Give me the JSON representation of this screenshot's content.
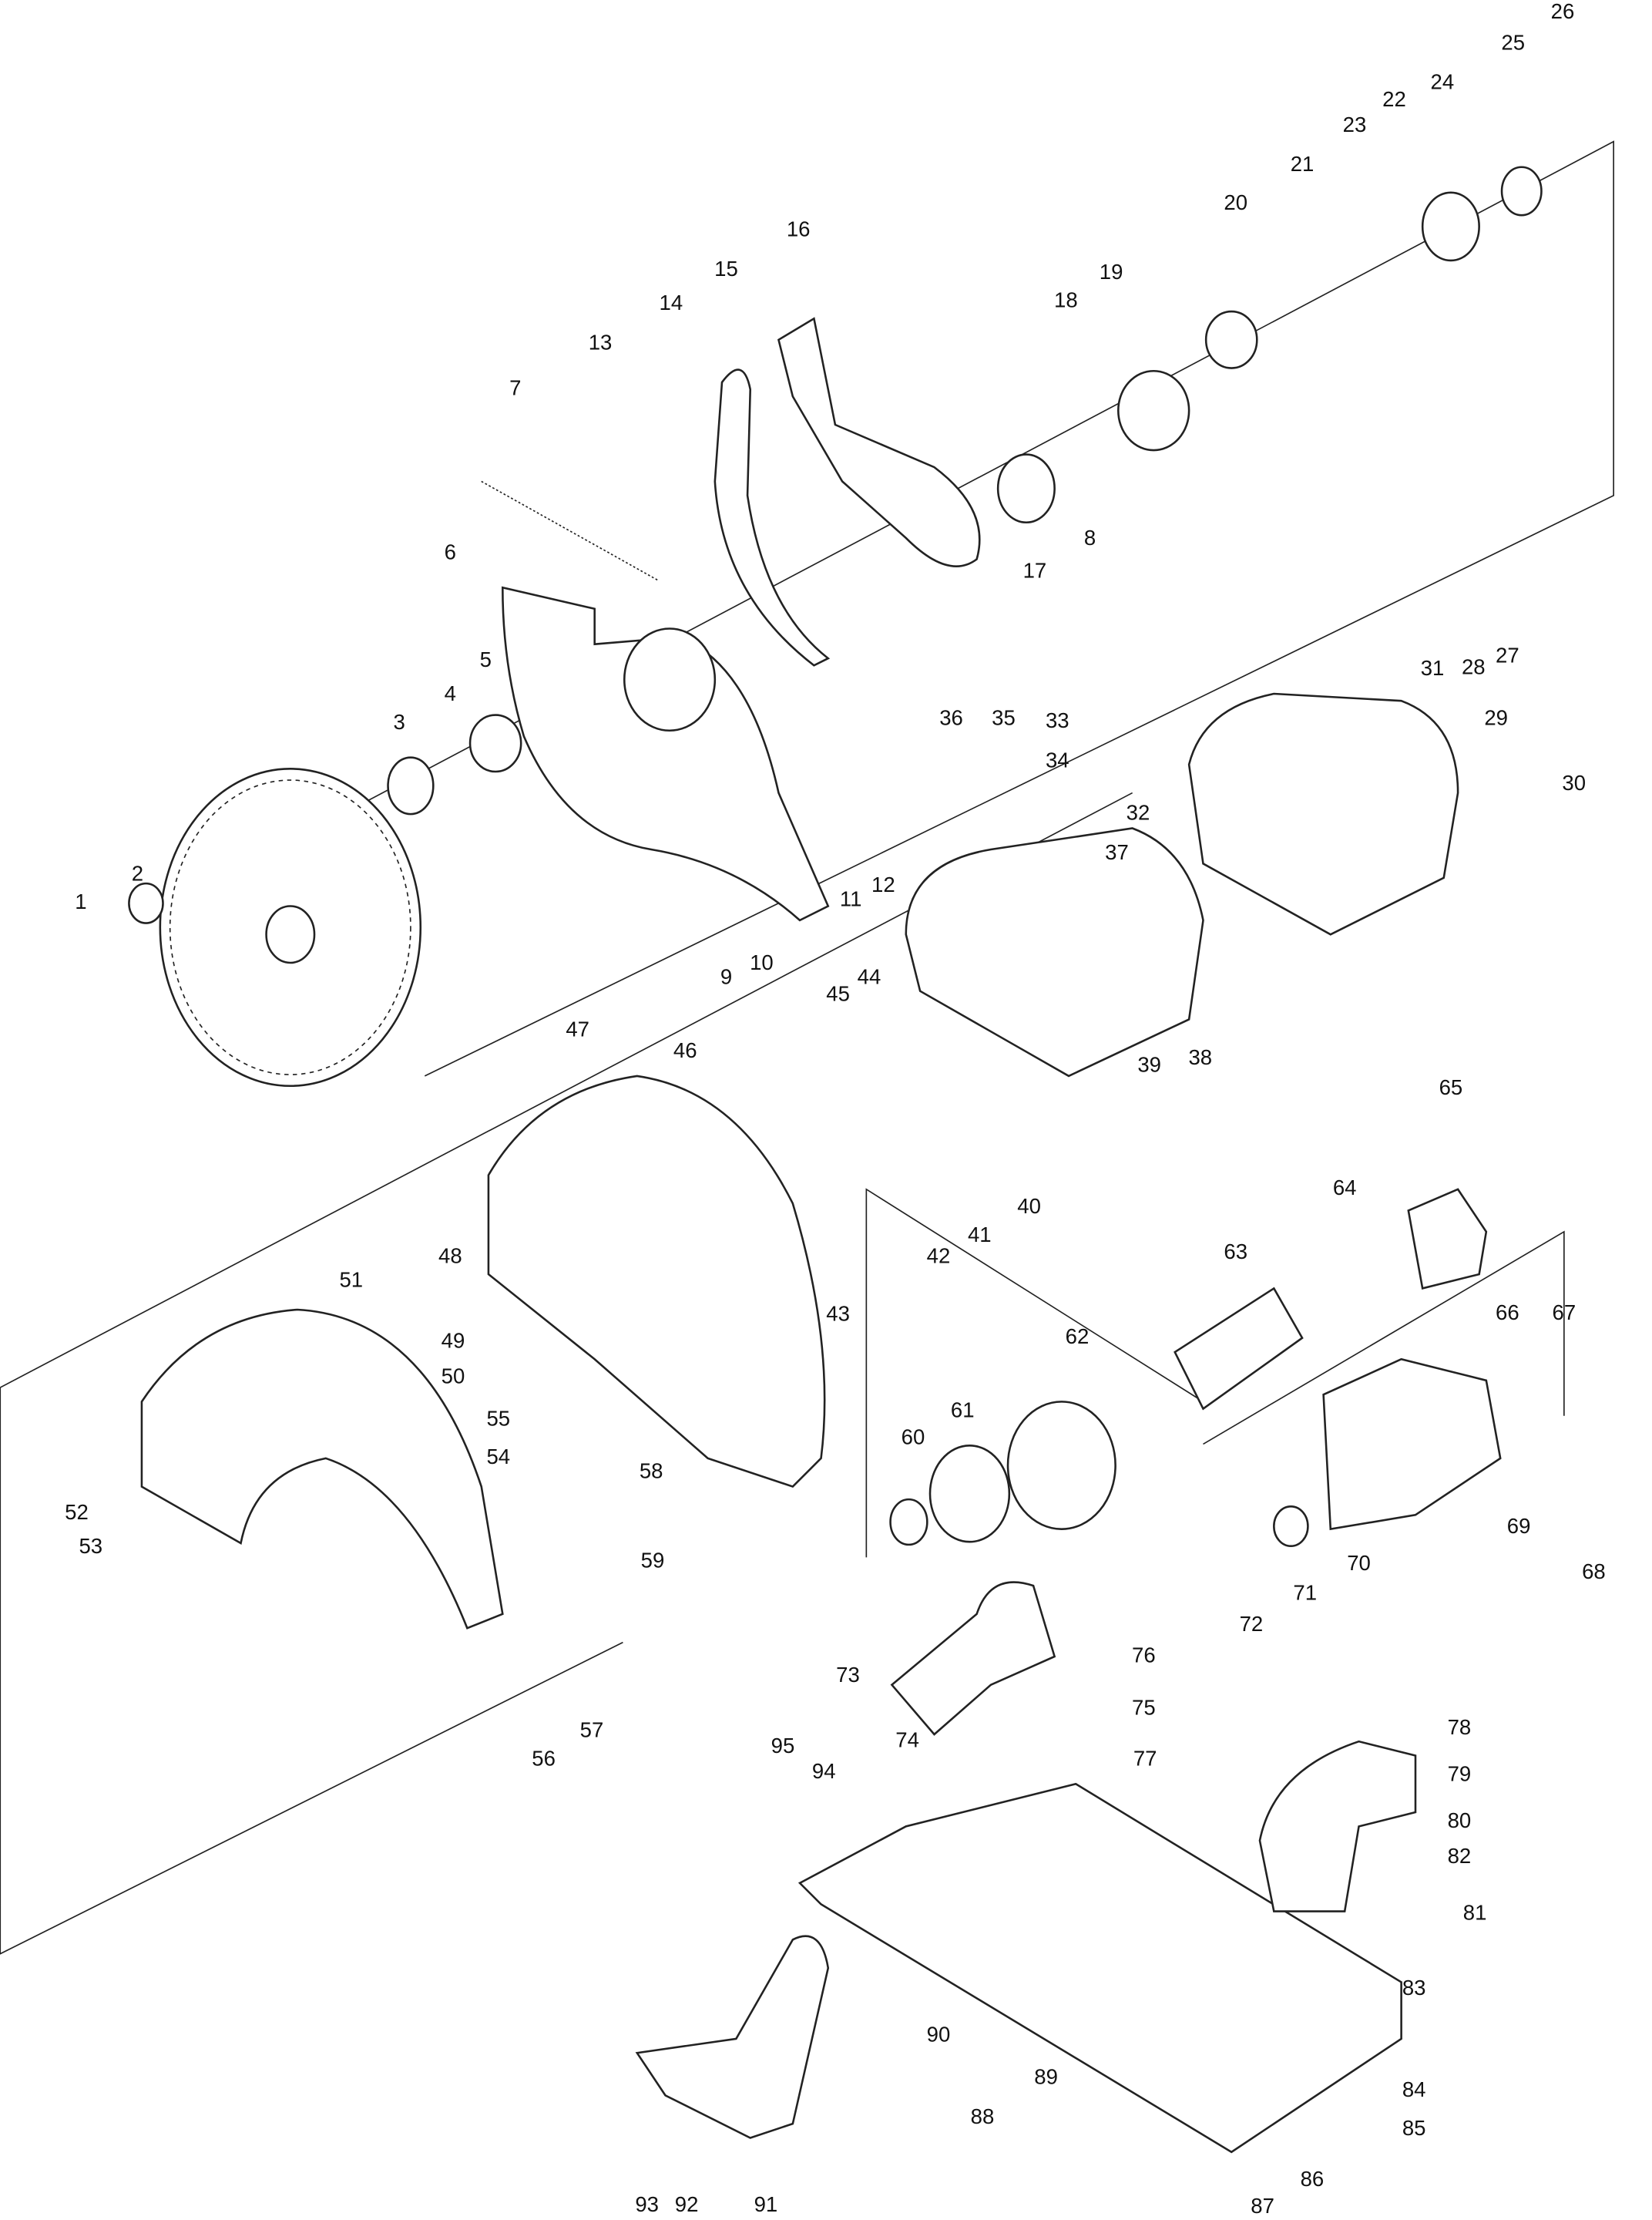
{
  "diagram": {
    "type": "exploded-parts-view",
    "labels": [
      "1",
      "2",
      "3",
      "4",
      "5",
      "6",
      "7",
      "8",
      "9",
      "10",
      "11",
      "12",
      "13",
      "14",
      "15",
      "16",
      "17",
      "18",
      "19",
      "20",
      "21",
      "22",
      "23",
      "24",
      "25",
      "26",
      "27",
      "28",
      "29",
      "30",
      "31",
      "32",
      "33",
      "34",
      "35",
      "36",
      "37",
      "38",
      "39",
      "40",
      "41",
      "42",
      "43",
      "44",
      "45",
      "46",
      "47",
      "48",
      "49",
      "50",
      "51",
      "52",
      "53",
      "54",
      "55",
      "56",
      "57",
      "58",
      "59",
      "60",
      "61",
      "62",
      "63",
      "64",
      "65",
      "66",
      "67",
      "68",
      "69",
      "70",
      "71",
      "72",
      "73",
      "74",
      "75",
      "76",
      "77",
      "78",
      "79",
      "80",
      "81",
      "82",
      "83",
      "84",
      "85",
      "86",
      "87",
      "88",
      "89",
      "90",
      "91",
      "92",
      "93",
      "94",
      "95"
    ]
  }
}
